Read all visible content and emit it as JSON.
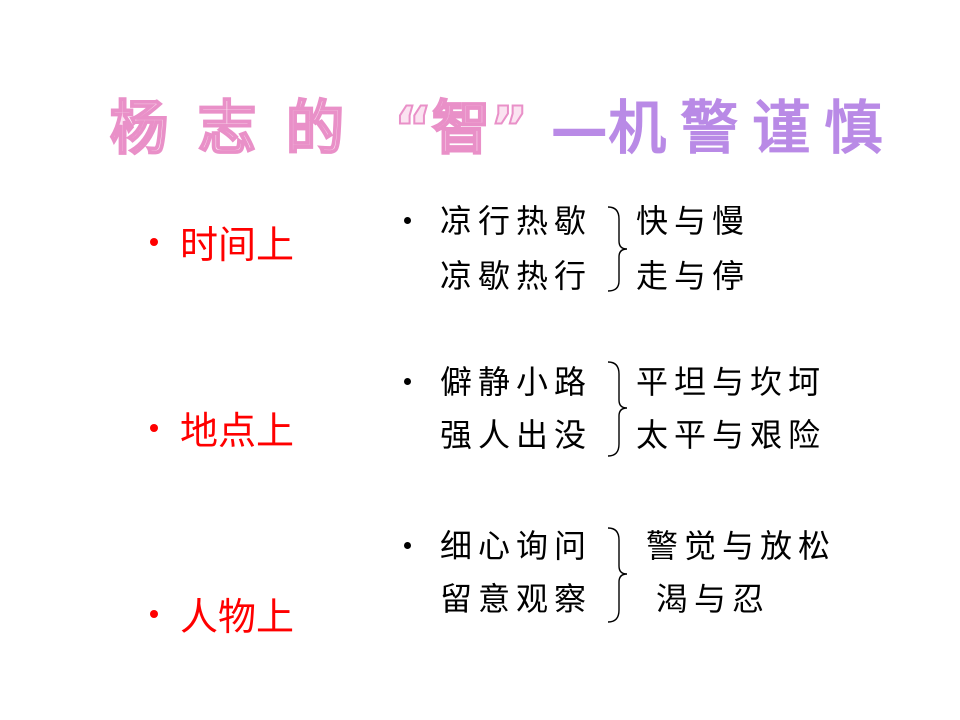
{
  "title": {
    "part1": "杨志的",
    "quote": "“智”",
    "dash": "—",
    "part2": "机警谨慎"
  },
  "left": [
    {
      "label": "时间上"
    },
    {
      "label": "地点上"
    },
    {
      "label": "人物上"
    }
  ],
  "groups": [
    {
      "left1": "凉行热歇",
      "left2": "凉歇热行",
      "right1": "快与慢",
      "right2": "走与停"
    },
    {
      "left1": "僻静小路",
      "left2": "强人出没",
      "right1": "平坦与坎坷",
      "right2": "太平与艰险"
    },
    {
      "left1": "细心询问",
      "left2": "留意观察",
      "right1": "警觉与放松",
      "right2": "渴与忍"
    }
  ],
  "colors": {
    "title_pink": "#fbe3f1",
    "title_pink_outline": "#e990c8",
    "title_purple": "#b98ae6",
    "left_text": "#ff0000",
    "body_text": "#000000"
  }
}
